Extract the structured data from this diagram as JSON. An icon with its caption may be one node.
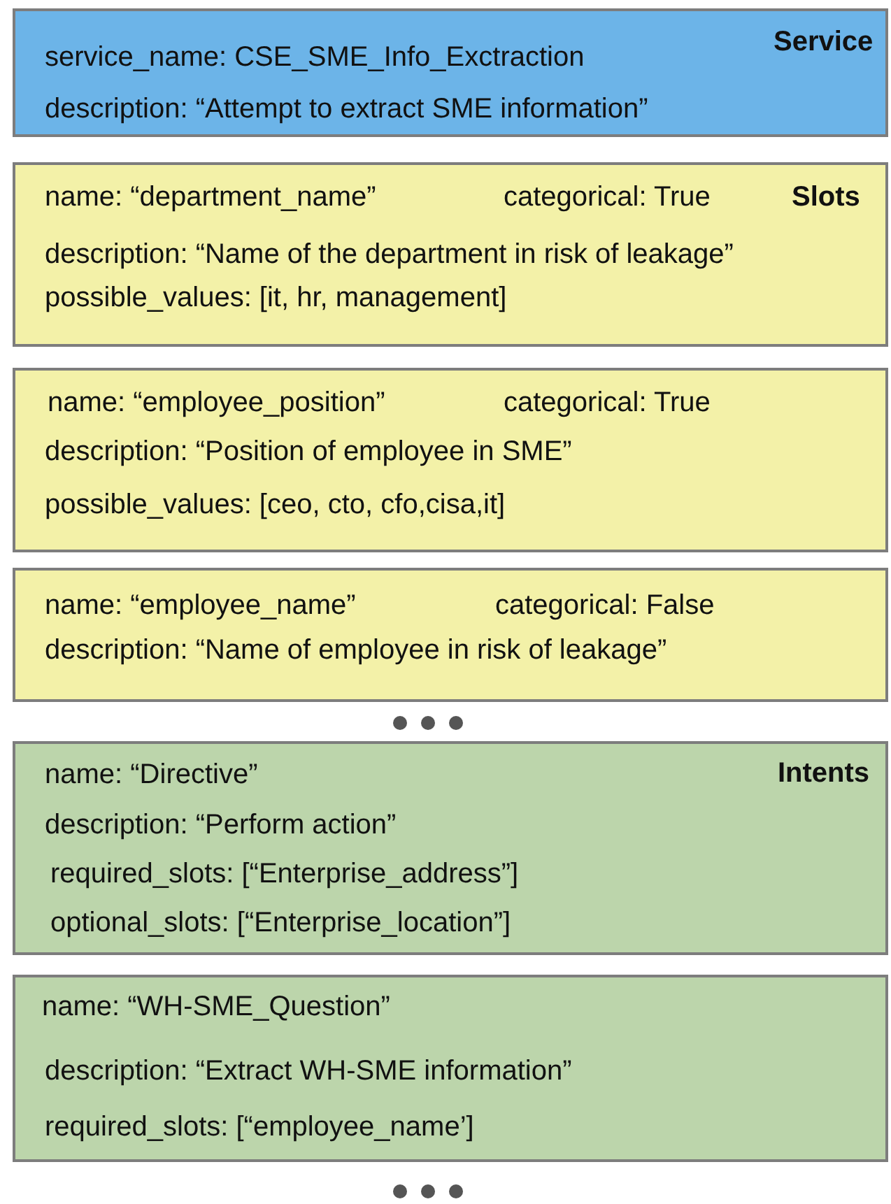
{
  "diagram": {
    "nodes": [
      {
        "text": [
          "Service",
          "service_name: CSE_SME_Info_Exctraction",
          "description: “Attempt to extract SME information”"
        ]
      },
      {
        "text": [
          "name: “department_name”",
          "categorical: True",
          "Slots",
          "description: “Name of the department in risk of leakage”",
          "possible_values: [it, hr, management]"
        ]
      },
      {
        "text": [
          "name: “employee_position”",
          "categorical: True",
          "description: “Position of employee in SME”",
          "possible_values: [ceo, cto, cfo,cisa,it]"
        ]
      },
      {
        "text": [
          "name: “employee_name”",
          "categorical: False",
          "description: “Name of employee in risk of leakage”"
        ]
      },
      {
        "text": [
          "name: “Directive”",
          "Intents",
          "description: “Perform action”",
          "required_slots: [“Enterprise_address”]",
          "optional_slots: [“Enterprise_location”]"
        ]
      },
      {
        "text": [
          "name: “WH-SME_Question”",
          "description: “Extract WH-SME information”",
          "required_slots: [“employee_name’]"
        ]
      }
    ]
  }
}
